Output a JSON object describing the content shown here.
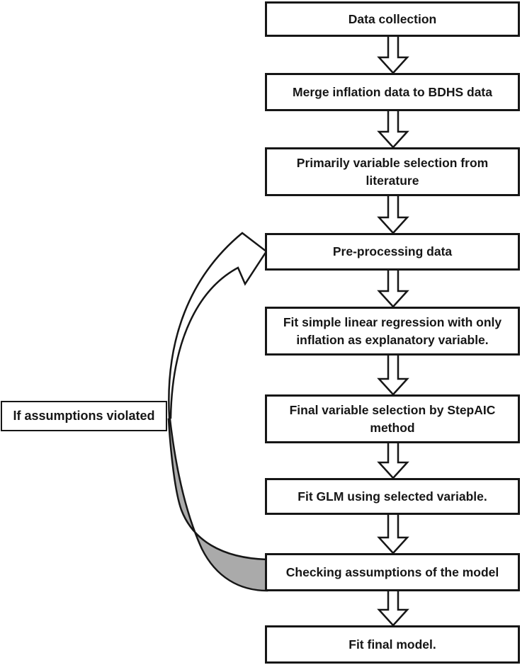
{
  "figure": {
    "type": "flowchart",
    "background_color": "#ffffff",
    "box_border_color": "#161616",
    "box_fill_color": "#ffffff",
    "text_color": "#161616",
    "feedback_ribbon_fill": "#aaaaaa"
  },
  "flowchart": {
    "steps": [
      {
        "label": "Data collection"
      },
      {
        "label": "Merge inflation data to BDHS data"
      },
      {
        "label": "Primarily variable selection from\nliterature"
      },
      {
        "label": "Pre-processing data"
      },
      {
        "label": "Fit simple linear regression with only\ninflation as explanatory variable."
      },
      {
        "label": "Final variable selection by StepAIC\nmethod"
      },
      {
        "label": "Fit GLM using selected variable."
      },
      {
        "label": "Checking assumptions of the model"
      },
      {
        "label": "Fit final model."
      }
    ],
    "feedback": {
      "condition_label": "If assumptions violated",
      "from_step": "Checking assumptions of the model",
      "to_step": "Pre-processing data"
    }
  }
}
